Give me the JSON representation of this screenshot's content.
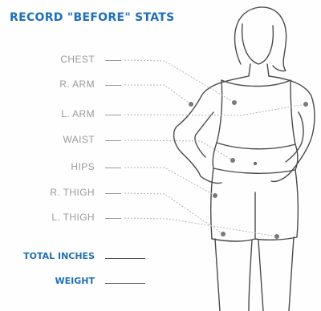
{
  "header": {
    "title": "RECORD \"BEFORE\" STATS"
  },
  "measurements": [
    {
      "label": "CHEST"
    },
    {
      "label": "R. ARM"
    },
    {
      "label": "L. ARM"
    },
    {
      "label": "WAIST"
    },
    {
      "label": "HIPS"
    },
    {
      "label": "R. THIGH"
    },
    {
      "label": "L. THIGH"
    }
  ],
  "totals": [
    {
      "label": "TOTAL INCHES"
    },
    {
      "label": "WEIGHT"
    }
  ],
  "colors": {
    "accent": "#1f6fb8",
    "label_gray": "#9a9a9a",
    "outline": "#555555"
  }
}
